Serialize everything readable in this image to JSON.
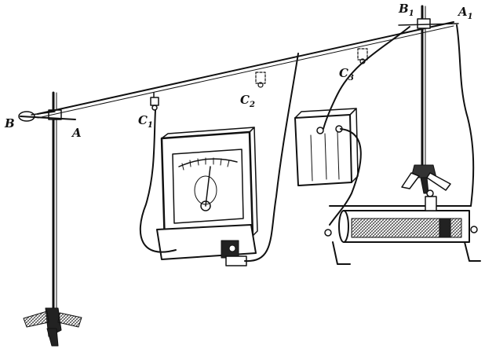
{
  "labels": {
    "B": "B",
    "A": "A",
    "C1": {
      "letter": "C",
      "sub": "1"
    },
    "C2": {
      "letter": "C",
      "sub": "2"
    },
    "C3": {
      "letter": "C",
      "sub": "3"
    },
    "B1": {
      "letter": "B",
      "sub": "1"
    },
    "A1": {
      "letter": "A",
      "sub": "1"
    }
  },
  "colors": {
    "ink": "#111111",
    "hatch": "#333333",
    "paper": "#ffffff"
  }
}
